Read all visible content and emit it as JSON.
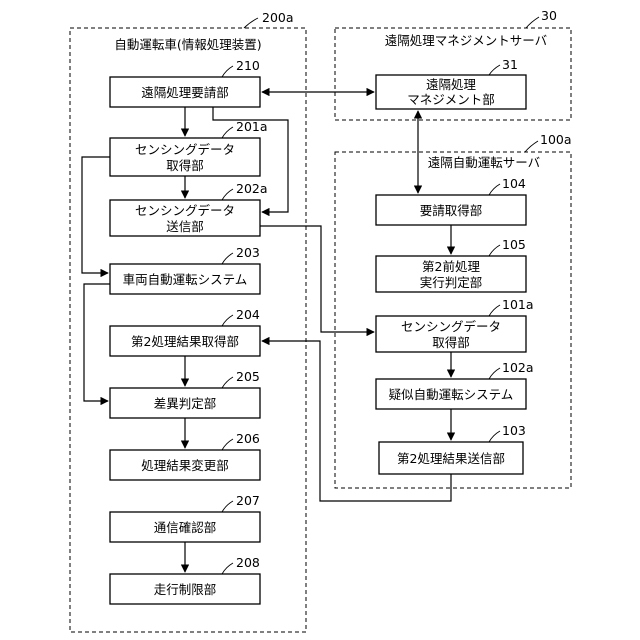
{
  "frames": {
    "vehicle": {
      "ref": "200a",
      "title": "自動運転車(情報処理装置)"
    },
    "mgmt_server": {
      "ref": "30",
      "title": "遠隔処理マネジメントサーバ"
    },
    "remote_server": {
      "ref": "100a",
      "title": "遠隔自動運転サーバ"
    }
  },
  "blocks": {
    "b210": {
      "ref": "210",
      "lines": [
        "遠隔処理要請部"
      ]
    },
    "b201a": {
      "ref": "201a",
      "lines": [
        "センシングデータ",
        "取得部"
      ]
    },
    "b202a": {
      "ref": "202a",
      "lines": [
        "センシングデータ",
        "送信部"
      ]
    },
    "b203": {
      "ref": "203",
      "lines": [
        "車両自動運転システム"
      ]
    },
    "b204": {
      "ref": "204",
      "lines": [
        "第2処理結果取得部"
      ]
    },
    "b205": {
      "ref": "205",
      "lines": [
        "差異判定部"
      ]
    },
    "b206": {
      "ref": "206",
      "lines": [
        "処理結果変更部"
      ]
    },
    "b207": {
      "ref": "207",
      "lines": [
        "通信確認部"
      ]
    },
    "b208": {
      "ref": "208",
      "lines": [
        "走行制限部"
      ]
    },
    "b31": {
      "ref": "31",
      "lines": [
        "遠隔処理",
        "マネジメント部"
      ]
    },
    "b104": {
      "ref": "104",
      "lines": [
        "要請取得部"
      ]
    },
    "b105": {
      "ref": "105",
      "lines": [
        "第2前処理",
        "実行判定部"
      ]
    },
    "b101a": {
      "ref": "101a",
      "lines": [
        "センシングデータ",
        "取得部"
      ]
    },
    "b102a": {
      "ref": "102a",
      "lines": [
        "疑似自動運転システム"
      ]
    },
    "b103": {
      "ref": "103",
      "lines": [
        "第2処理結果送信部"
      ]
    }
  }
}
